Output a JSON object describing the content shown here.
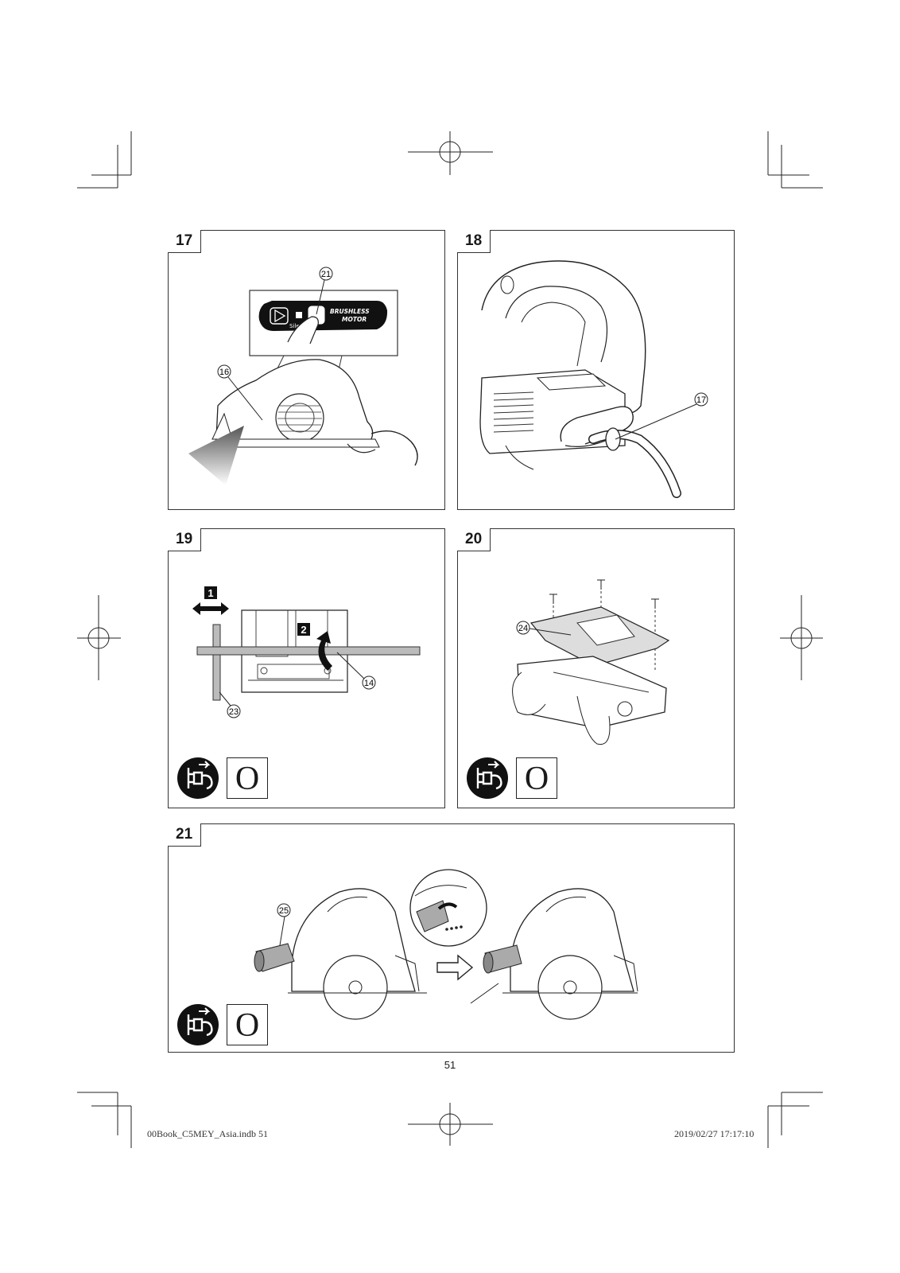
{
  "figures": [
    {
      "number": "17",
      "callouts": [
        "21",
        "16"
      ],
      "badge_text": "Silent",
      "logo_text": "BRUSHLESS MOTOR"
    },
    {
      "number": "18",
      "callouts": [
        "17"
      ]
    },
    {
      "number": "19",
      "callouts": [
        "14",
        "23"
      ],
      "steps": [
        "1",
        "2"
      ],
      "symbol_letter": "O"
    },
    {
      "number": "20",
      "callouts": [
        "24"
      ],
      "symbol_letter": "O"
    },
    {
      "number": "21",
      "callouts": [
        "25"
      ],
      "symbol_letter": "O"
    }
  ],
  "page_number": "51",
  "footer": {
    "file": "00Book_C5MEY_Asia.indb   51",
    "timestamp": "2019/02/27   17:17:10"
  },
  "icons": [
    "crop-mark",
    "registration-mark",
    "unplug-icon",
    "arrow-right-icon",
    "double-arrow-icon",
    "rotate-arrow-icon"
  ]
}
